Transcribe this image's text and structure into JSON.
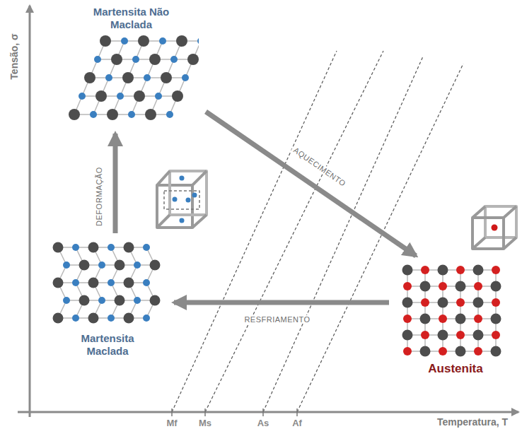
{
  "diagram": {
    "nodes": [
      {
        "text": [
          "Martensita Não Maclada"
        ]
      },
      {
        "text": [
          "Martensita Maclada"
        ]
      },
      {
        "text": [
          "Austenita"
        ]
      }
    ],
    "edges": [
      {
        "from": 1,
        "to": 0,
        "arrow": "to",
        "label": "DEFORMAÇÃO"
      },
      {
        "from": 0,
        "to": 2,
        "arrow": "to",
        "label": "AQUECIMENTO"
      },
      {
        "from": 2,
        "to": 1,
        "arrow": "to",
        "label": "RESFRIAMENTO"
      }
    ],
    "labels": [
      "Tensão, σ",
      "Temperatura, T",
      "Mf",
      "Ms",
      "As",
      "Af"
    ]
  }
}
